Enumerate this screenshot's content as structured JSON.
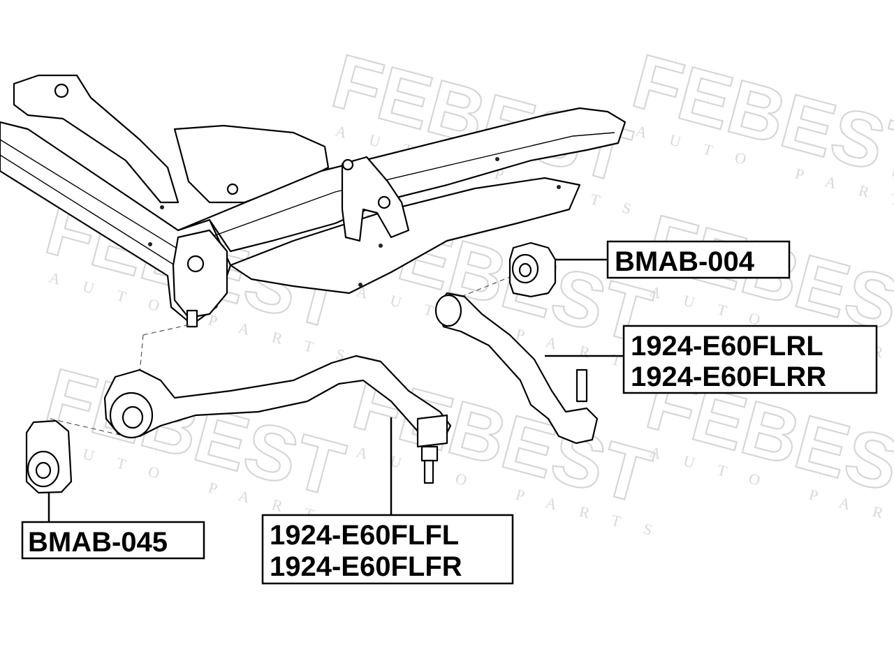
{
  "watermark": {
    "brand": "FEBEST",
    "tagline": "AUTO PARTS"
  },
  "parts": [
    {
      "id": "bmab-004",
      "lines": [
        "BMAB-004"
      ]
    },
    {
      "id": "1924-e60flrl",
      "lines": [
        "1924-E60FLRL",
        "1924-E60FLRR"
      ]
    },
    {
      "id": "bmab-045",
      "lines": [
        "BMAB-045"
      ]
    },
    {
      "id": "1924-e60flfl",
      "lines": [
        "1924-E60FLFL",
        "1924-E60FLFR"
      ]
    }
  ]
}
